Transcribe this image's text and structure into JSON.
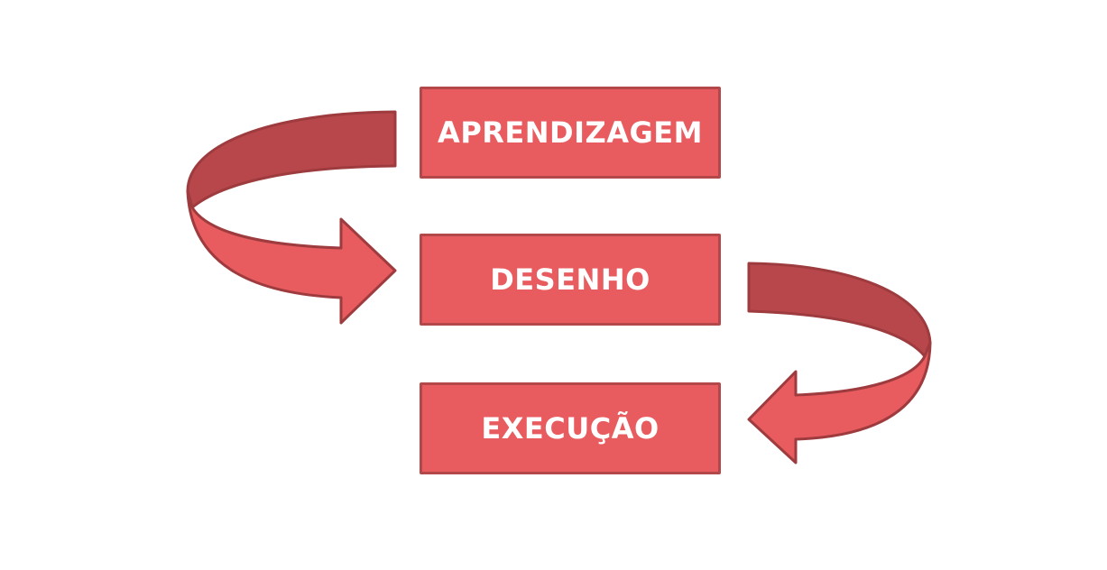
{
  "diagram": {
    "steps": [
      {
        "label": "APRENDIZAGEM"
      },
      {
        "label": "DESENHO"
      },
      {
        "label": "EXECUÇÃO"
      }
    ],
    "colors": {
      "box_fill": "#e85b5e",
      "box_border": "#b3474a",
      "arrow_fill": "#e85b5e",
      "arrow_dark": "#b8474b",
      "arrow_border": "#9e3b3e",
      "text": "#ffffff"
    }
  }
}
